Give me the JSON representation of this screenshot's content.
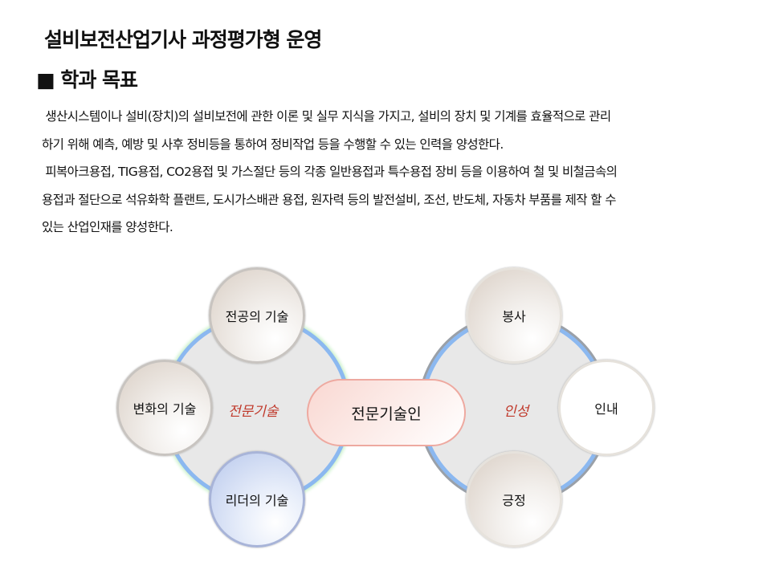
{
  "title": "설비보전산업기사 과정평가형 운영",
  "section": {
    "marker": "■",
    "heading": "학과 목표"
  },
  "paragraph_lines": [
    " 생산시스템이나 설비(장치)의 설비보전에 관한 이론 및 실무 지식을 가지고, 설비의 장치 및 기계를 효율적으로 관리",
    "하기 위해 예측, 예방 및 사후 정비등을 통하여 정비작업 등을 수행할 수 있는 인력을 양성한다.",
    " 피복아크용접, TIG용접, CO2용접 및 가스절단 등의 각종 일반용접과 특수용접 장비 등을 이용하여 철 및 비철금속의",
    "용접과 절단으로 석유화학 플랜트, 도시가스배관 용접, 원자력 등의 발전설비, 조선, 반도체, 자동차 부품를 제작 할 수",
    "있는 산업인재를 양성한다."
  ],
  "diagram": {
    "center": "전문기술인",
    "left": {
      "label": "전문기술",
      "items": [
        "전공의 기술",
        "변화의 기술",
        "리더의 기술"
      ]
    },
    "right": {
      "label": "인성",
      "items": [
        "봉사",
        "인내",
        "긍정"
      ]
    }
  }
}
